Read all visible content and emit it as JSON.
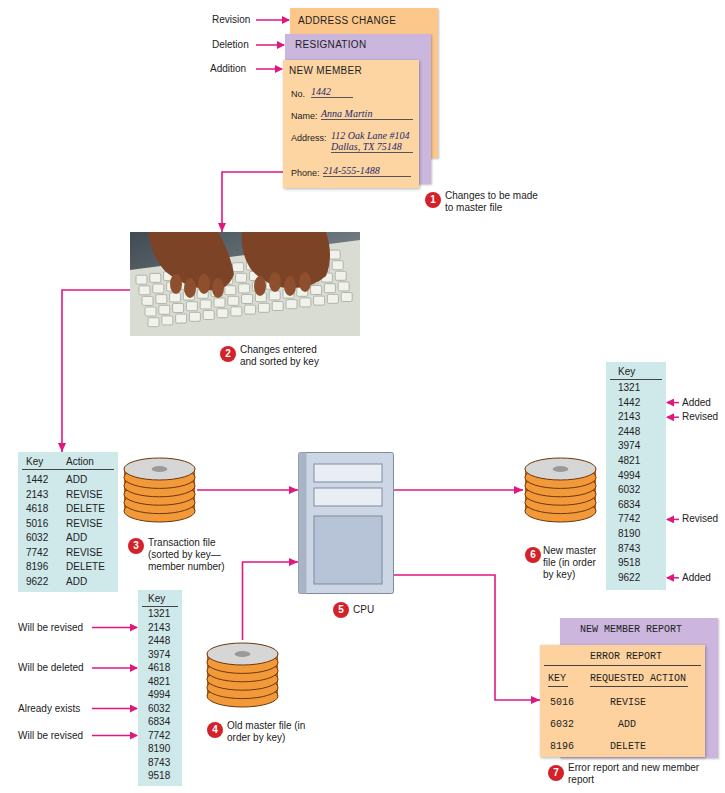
{
  "diagram": {
    "nodes": [
      {
        "text": [
          "ADDRESS CHANGE"
        ]
      },
      {
        "text": [
          "RESIGNATION"
        ]
      },
      {
        "text": [
          "NEW MEMBER",
          "No.",
          "1442",
          "Name:",
          "Anna Martin",
          "Address:",
          "112 Oak Lane #104 Dallas, TX 75148",
          "Phone:",
          "214-555-1488"
        ]
      },
      {
        "text": [
          "Changes entered and sorted by key"
        ]
      },
      {
        "text": [
          "Key",
          "Action",
          "1442",
          "ADD",
          "2143",
          "REVISE",
          "4618",
          "DELETE",
          "5016",
          "REVISE",
          "6032",
          "ADD",
          "7742",
          "REVISE",
          "8196",
          "DELETE",
          "9622",
          "ADD"
        ]
      },
      {
        "text": [
          "Transaction file (sorted by key— member number)"
        ]
      },
      {
        "text": [
          "Key",
          "1321",
          "2143",
          "2448",
          "3974",
          "4618",
          "4821",
          "4994",
          "6032",
          "6834",
          "7742",
          "8190",
          "8743",
          "9518"
        ]
      },
      {
        "text": [
          "Old master file (in order by key)"
        ]
      },
      {
        "text": [
          "CPU"
        ]
      },
      {
        "text": [
          "New master file (in order by key)"
        ]
      },
      {
        "text": [
          "Key",
          "1321",
          "1442",
          "2143",
          "2448",
          "3974",
          "4821",
          "4994",
          "6032",
          "6834",
          "7742",
          "8190",
          "8743",
          "9518",
          "9622"
        ]
      },
      {
        "text": [
          "NEW MEMBER REPORT"
        ]
      },
      {
        "text": [
          "ERROR REPORT",
          "KEY",
          "REQUESTED ACTION",
          "5016",
          "REVISE",
          "6032",
          "ADD",
          "8196",
          "DELETE"
        ]
      }
    ],
    "edges": [
      {
        "from": 2,
        "to": 3,
        "arrow": "to"
      },
      {
        "from": 3,
        "to": 4,
        "arrow": "to"
      },
      {
        "from": 5,
        "to": 8,
        "arrow": "to"
      },
      {
        "from": 7,
        "to": 8,
        "arrow": "to"
      },
      {
        "from": 8,
        "to": 9,
        "arrow": "to"
      },
      {
        "from": 8,
        "to": 12,
        "arrow": "to"
      }
    ],
    "labels": [
      "Revision",
      "Deletion",
      "Addition",
      "1",
      "Changes to be made to master file",
      "2",
      "3",
      "Will be revised",
      "Will be deleted",
      "Already exists",
      "Will be revised",
      "4",
      "5",
      "6",
      "Added",
      "Revised",
      "Revised",
      "Added",
      "7",
      "Error report and new member report"
    ]
  }
}
